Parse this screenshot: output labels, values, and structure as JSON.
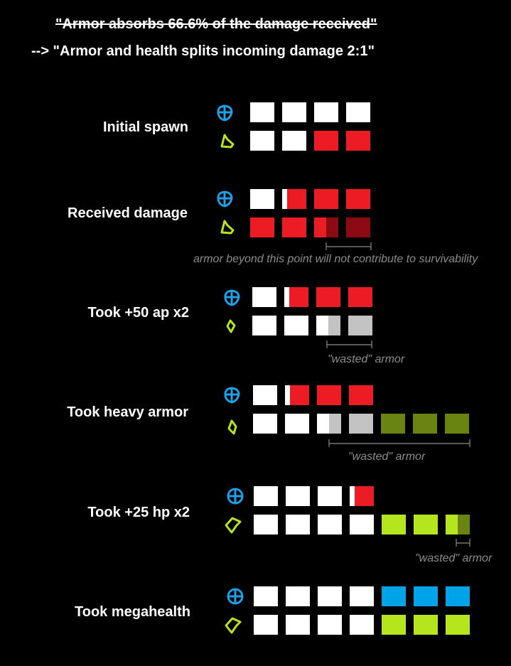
{
  "header": {
    "struck_line": "\"Armor absorbs 66.6% of the damage received\"",
    "new_line": "--> \"Armor and health splits incoming damage 2:1\""
  },
  "colors": {
    "white": "#ffffff",
    "red": "#ec1c24",
    "dark_red": "#8b0a14",
    "grey": "#c3c3c3",
    "olive": "#6a8412",
    "lime": "#b5e61d",
    "blue": "#00a2e8",
    "armor_icon": "#1f9fe6",
    "health_icon": "#b5e61d",
    "note": "#8c8c8c"
  },
  "icons": {
    "armor": "armor-icon",
    "health": "health-icon"
  },
  "states": [
    {
      "label": "Initial spawn",
      "armor": [
        [
          [
            "white",
            1
          ]
        ],
        [
          [
            "white",
            1
          ]
        ],
        [
          [
            "white",
            1
          ]
        ],
        [
          [
            "white",
            1
          ]
        ]
      ],
      "health": [
        [
          [
            "white",
            1
          ]
        ],
        [
          [
            "white",
            1
          ]
        ],
        [
          [
            "red",
            1
          ]
        ],
        [
          [
            "red",
            1
          ]
        ]
      ]
    },
    {
      "label": "Received damage",
      "armor": [
        [
          [
            "white",
            1
          ]
        ],
        [
          [
            "white",
            0.2
          ],
          [
            "red",
            0.8
          ]
        ],
        [
          [
            "red",
            1
          ]
        ],
        [
          [
            "red",
            1
          ]
        ]
      ],
      "health": [
        [
          [
            "red",
            1
          ]
        ],
        [
          [
            "red",
            1
          ]
        ],
        [
          [
            "red",
            0.5
          ],
          [
            "dark_red",
            0.5
          ]
        ],
        [
          [
            "dark_red",
            1
          ]
        ]
      ],
      "note": "armor beyond this point will not contribute to survivability"
    },
    {
      "label": "Took +50 ap x2",
      "armor": [
        [
          [
            "white",
            1
          ]
        ],
        [
          [
            "white",
            0.2
          ],
          [
            "red",
            0.8
          ]
        ],
        [
          [
            "red",
            1
          ]
        ],
        [
          [
            "red",
            1
          ]
        ]
      ],
      "health": [
        [
          [
            "white",
            1
          ]
        ],
        [
          [
            "white",
            1
          ]
        ],
        [
          [
            "white",
            0.5
          ],
          [
            "grey",
            0.5
          ]
        ],
        [
          [
            "grey",
            1
          ]
        ]
      ],
      "note": "\"wasted\" armor"
    },
    {
      "label": "Took heavy armor",
      "armor": [
        [
          [
            "white",
            1
          ]
        ],
        [
          [
            "white",
            0.2
          ],
          [
            "red",
            0.8
          ]
        ],
        [
          [
            "red",
            1
          ]
        ],
        [
          [
            "red",
            1
          ]
        ]
      ],
      "health": [
        [
          [
            "white",
            1
          ]
        ],
        [
          [
            "white",
            1
          ]
        ],
        [
          [
            "white",
            0.5
          ],
          [
            "grey",
            0.5
          ]
        ],
        [
          [
            "grey",
            1
          ]
        ],
        [
          [
            "olive",
            1
          ]
        ],
        [
          [
            "olive",
            1
          ]
        ],
        [
          [
            "olive",
            1
          ]
        ]
      ],
      "note": "\"wasted\" armor"
    },
    {
      "label": "Took +25 hp  x2",
      "armor": [
        [
          [
            "white",
            1
          ]
        ],
        [
          [
            "white",
            1
          ]
        ],
        [
          [
            "white",
            1
          ]
        ],
        [
          [
            "white",
            0.2
          ],
          [
            "red",
            0.8
          ]
        ]
      ],
      "health": [
        [
          [
            "white",
            1
          ]
        ],
        [
          [
            "white",
            1
          ]
        ],
        [
          [
            "white",
            1
          ]
        ],
        [
          [
            "white",
            1
          ]
        ],
        [
          [
            "lime",
            1
          ]
        ],
        [
          [
            "lime",
            1
          ]
        ],
        [
          [
            "lime",
            0.5
          ],
          [
            "olive",
            0.5
          ]
        ]
      ],
      "note": "\"wasted\" armor"
    },
    {
      "label": "Took megahealth",
      "armor": [
        [
          [
            "white",
            1
          ]
        ],
        [
          [
            "white",
            1
          ]
        ],
        [
          [
            "white",
            1
          ]
        ],
        [
          [
            "white",
            1
          ]
        ],
        [
          [
            "blue",
            1
          ]
        ],
        [
          [
            "blue",
            1
          ]
        ],
        [
          [
            "blue",
            1
          ]
        ]
      ],
      "health": [
        [
          [
            "white",
            1
          ]
        ],
        [
          [
            "white",
            1
          ]
        ],
        [
          [
            "white",
            1
          ]
        ],
        [
          [
            "white",
            1
          ]
        ],
        [
          [
            "lime",
            1
          ]
        ],
        [
          [
            "lime",
            1
          ]
        ],
        [
          [
            "lime",
            1
          ]
        ]
      ]
    }
  ]
}
